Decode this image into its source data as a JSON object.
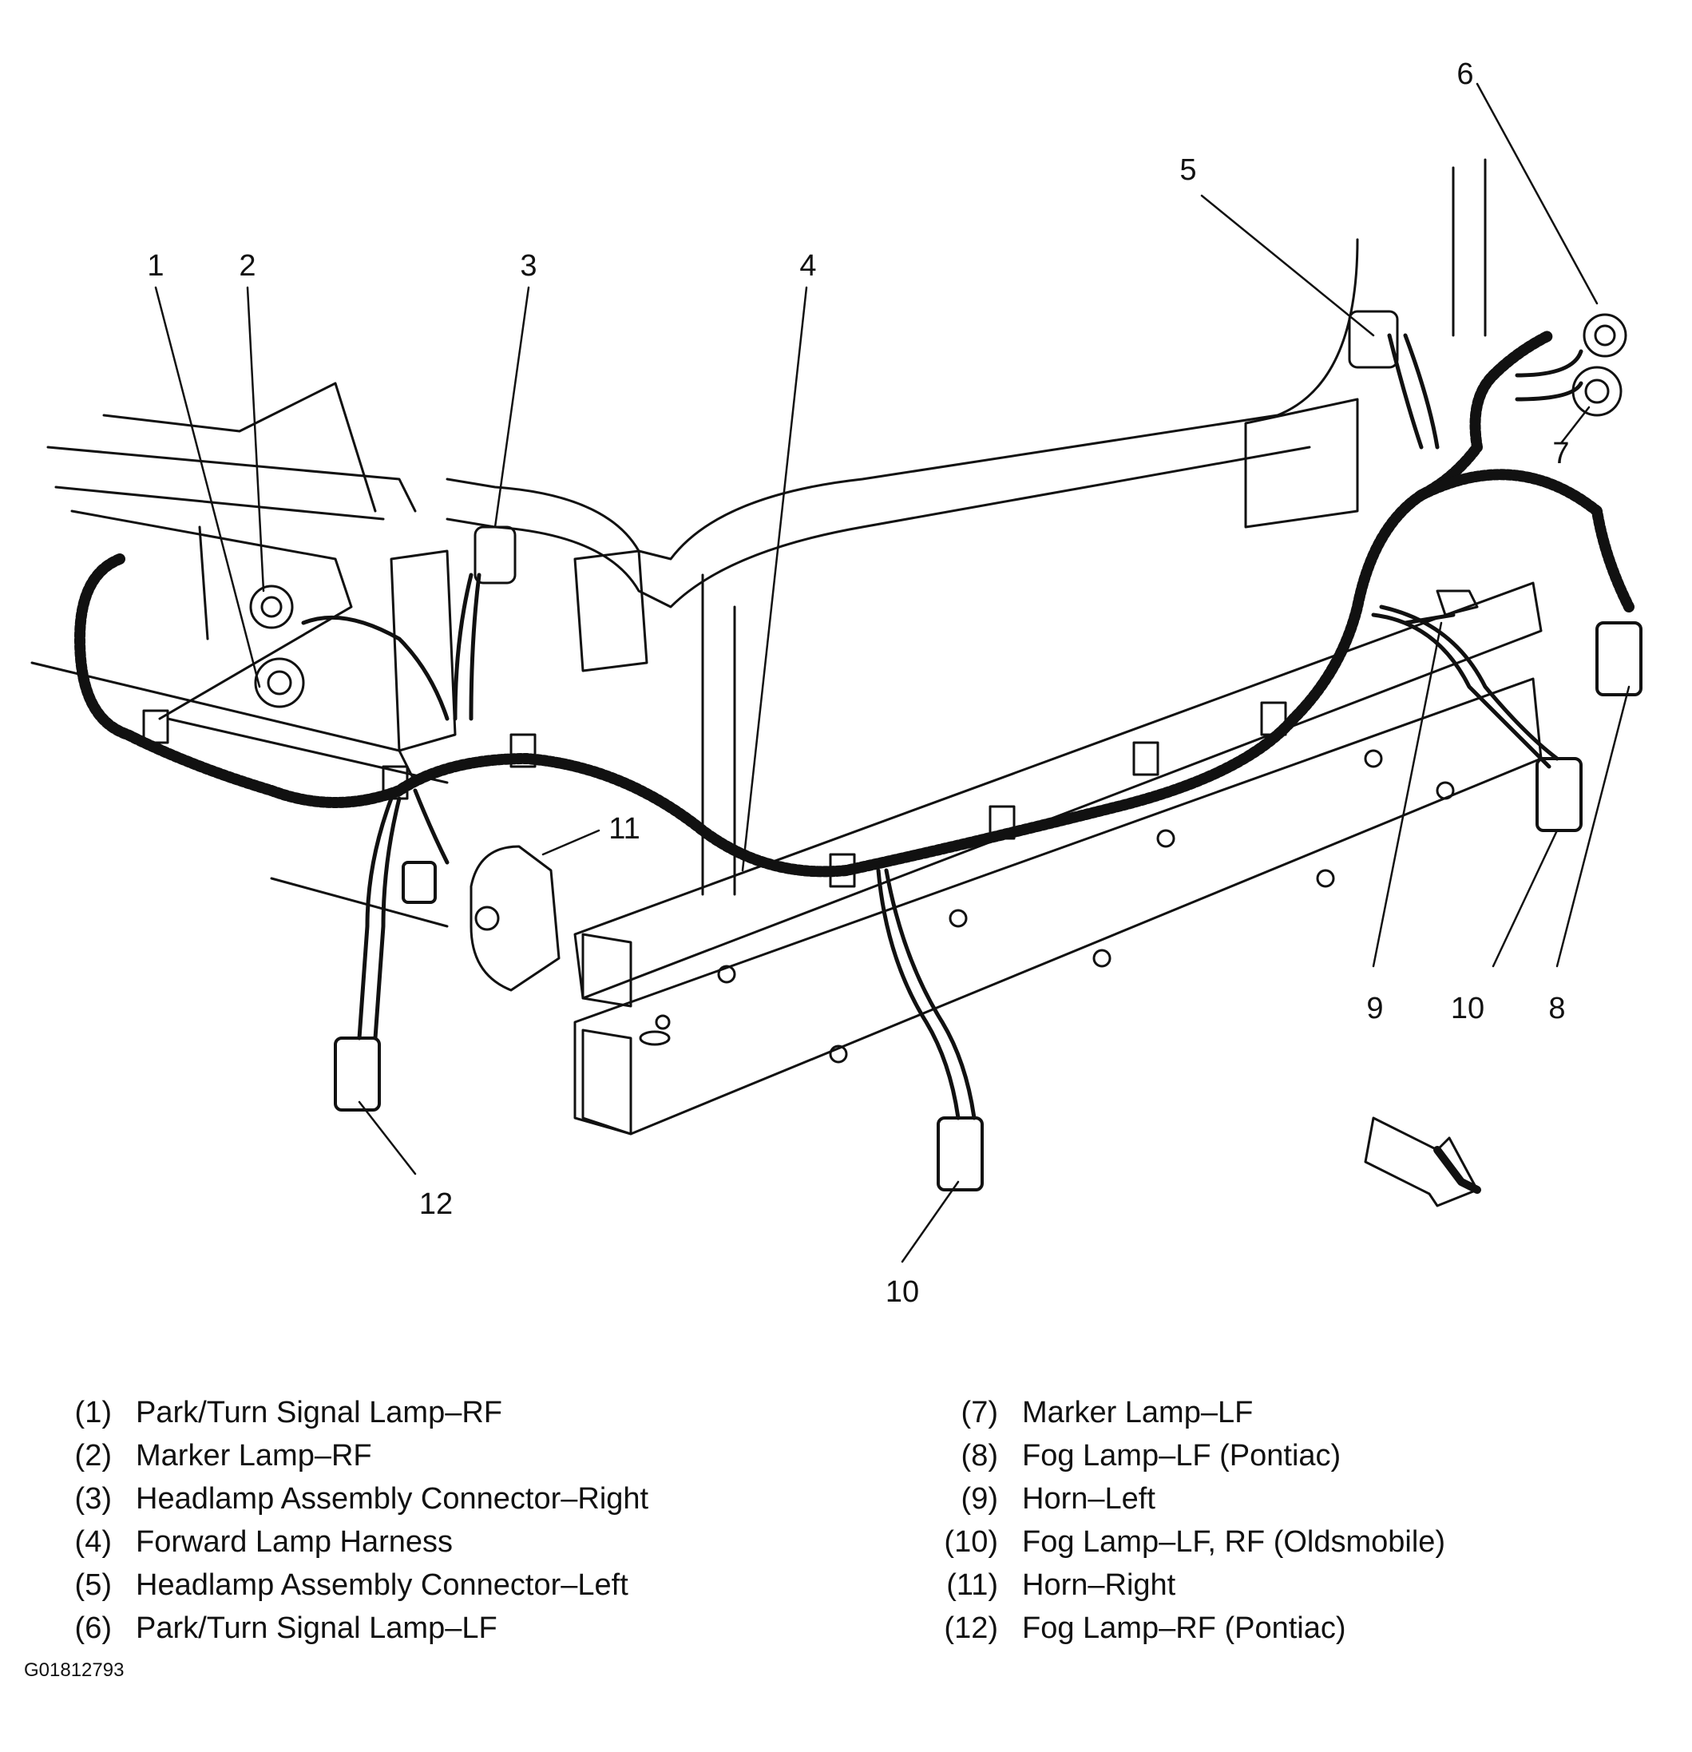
{
  "callouts": [
    "1",
    "2",
    "3",
    "4",
    "5",
    "6",
    "7",
    "8",
    "9",
    "10",
    "10",
    "11",
    "12"
  ],
  "legend_left": [
    {
      "num": "(1)",
      "label": "Park/Turn Signal Lamp–RF"
    },
    {
      "num": "(2)",
      "label": "Marker Lamp–RF"
    },
    {
      "num": "(3)",
      "label": "Headlamp Assembly Connector–Right"
    },
    {
      "num": "(4)",
      "label": "Forward Lamp Harness"
    },
    {
      "num": "(5)",
      "label": "Headlamp Assembly Connector–Left"
    },
    {
      "num": "(6)",
      "label": "Park/Turn Signal Lamp–LF"
    }
  ],
  "legend_right": [
    {
      "num": "(7)",
      "label": "Marker Lamp–LF"
    },
    {
      "num": "(8)",
      "label": "Fog Lamp–LF (Pontiac)"
    },
    {
      "num": "(9)",
      "label": "Horn–Left"
    },
    {
      "num": "(10)",
      "label": "Fog Lamp–LF, RF (Oldsmobile)"
    },
    {
      "num": "(11)",
      "label": "Horn–Right"
    },
    {
      "num": "(12)",
      "label": "Fog Lamp–RF (Pontiac)"
    }
  ],
  "figure_id": "G01812793",
  "colors": {
    "ink": "#111111",
    "paper": "#ffffff"
  }
}
